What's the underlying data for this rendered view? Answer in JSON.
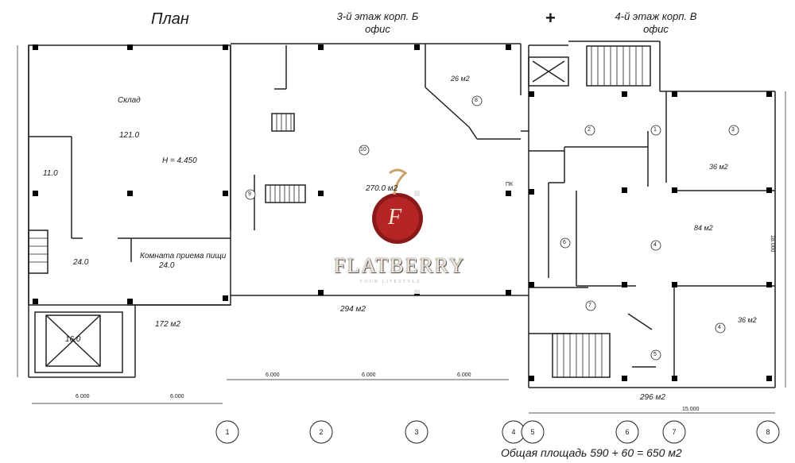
{
  "headings": {
    "plan": "План",
    "floor3": "3-й этаж корп. Б",
    "floor3_sub": "офис",
    "plus": "+",
    "floor4": "4-й этаж корп. В",
    "floor4_sub": "офис"
  },
  "rooms": {
    "sklad": "Склад",
    "sklad_area": "121.0",
    "height": "H = 4.450",
    "r11": "11.0",
    "r24a": "24.0",
    "komnata": "Комната приема пищи",
    "komnata_area": "24.0",
    "r16": "16.0",
    "r172": "172 м2",
    "r26": "26 м2",
    "r270": "270.0 м2",
    "r294": "294 м2",
    "pk": "ПК",
    "r36a": "36 м2",
    "r84": "84 м2",
    "r36b": "36 м2",
    "r296": "296 м2"
  },
  "room_numbers": [
    "8",
    "10",
    "9",
    "2",
    "1",
    "3",
    "6",
    "4",
    "7",
    "5",
    "4"
  ],
  "dimensions": {
    "bottom_left": [
      "6.000",
      "6.000"
    ],
    "middle": [
      "6.000",
      "6.000",
      "6.000"
    ],
    "right_width": "15.000",
    "right_height": "18.000"
  },
  "axes": [
    "1",
    "2",
    "3",
    "4",
    "5",
    "6",
    "7",
    "8"
  ],
  "total": "Общая площадь 590 + 60 = 650 м2",
  "watermark": {
    "letter": "F",
    "name": "FLATBERRY",
    "sub": "YOUR LIFESTYLE"
  }
}
